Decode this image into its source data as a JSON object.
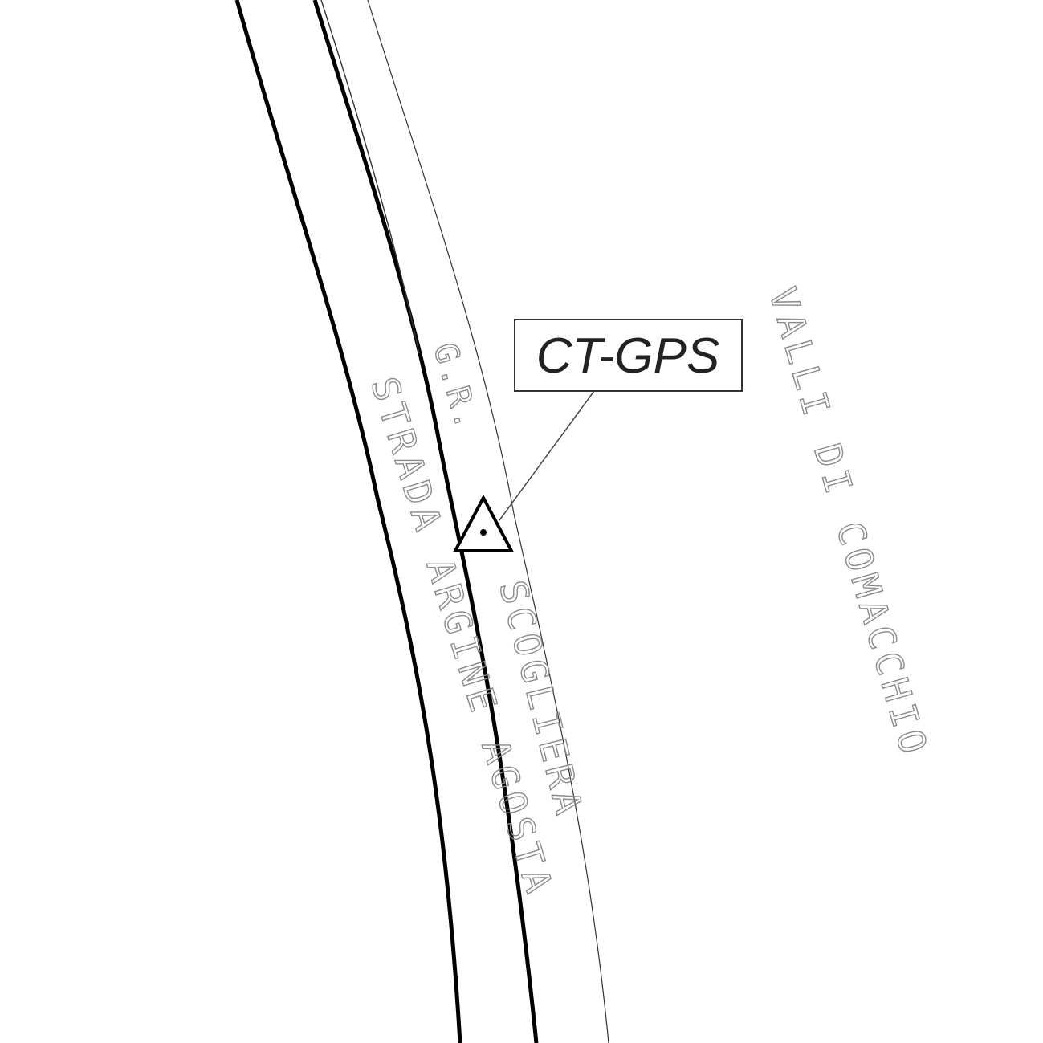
{
  "map": {
    "station_label": "CT-GPS",
    "labels": {
      "strada_argine_agosta": "STRADA ARGINE AGOSTA",
      "scogliera": "SCOGLIERA",
      "gr": "G.R.",
      "valli_di_comacchio": "VALLI DI COMACCHIO"
    },
    "marker_icon": "survey-triangle-point-icon"
  }
}
